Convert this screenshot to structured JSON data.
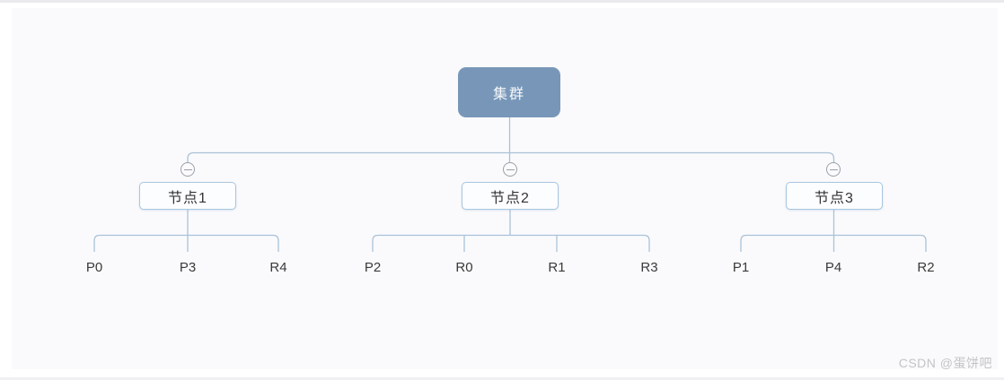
{
  "colors": {
    "root_fill": "#7897b8",
    "root_text": "#f4f7fa",
    "node_fill": "#fcfdff",
    "node_border": "#a8c6e0",
    "node_text": "#333333",
    "connector": "#a9c2d8",
    "collapse_icon": "#9aa0a6",
    "leaf_text": "#3a3a3a",
    "panel_background": "#fafafc",
    "page_background": "#ffffff"
  },
  "tree": {
    "root": {
      "label": "集群"
    },
    "nodes": [
      {
        "label": "节点1",
        "leaves": [
          "P0",
          "P3",
          "R4"
        ]
      },
      {
        "label": "节点2",
        "leaves": [
          "P2",
          "R0",
          "R1",
          "R3"
        ]
      },
      {
        "label": "节点3",
        "leaves": [
          "P1",
          "P4",
          "R2"
        ]
      }
    ]
  },
  "watermark": {
    "text": "CSDN @蛋饼吧"
  }
}
